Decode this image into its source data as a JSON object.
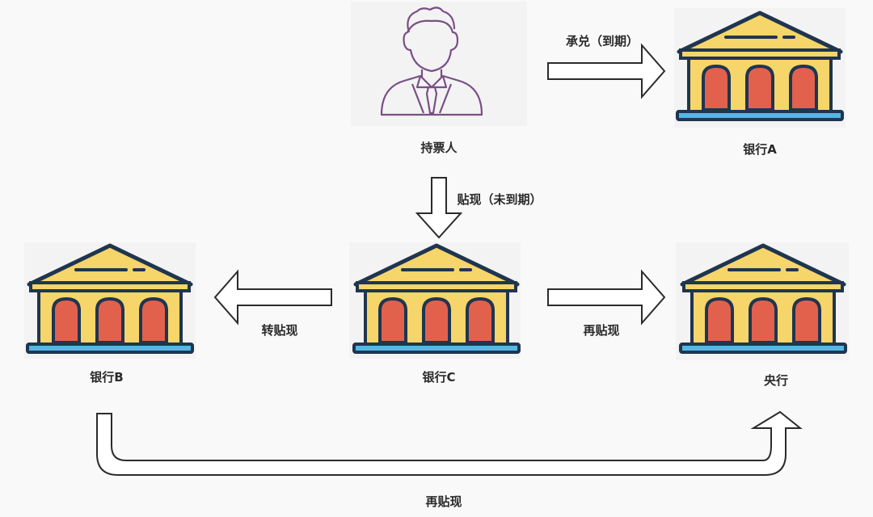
{
  "colors": {
    "outline": "#1f3550",
    "roof": "#f6d56a",
    "wall": "#f6d56a",
    "door": "#e2614d",
    "base": "#52b8e6",
    "person": "#7a4f86",
    "arrow_stroke": "#2b2b2b",
    "arrow_fill": "#ffffff"
  },
  "nodes": {
    "holder": {
      "label": "持票人",
      "icon": "person-icon"
    },
    "bank_a": {
      "label": "银行A",
      "icon": "bank-icon"
    },
    "bank_b": {
      "label": "银行B",
      "icon": "bank-icon"
    },
    "bank_c": {
      "label": "银行C",
      "icon": "bank-icon"
    },
    "central": {
      "label": "央行",
      "icon": "bank-icon"
    }
  },
  "edges": {
    "acceptance": {
      "label": "承兑（到期）"
    },
    "discount": {
      "label": "贴现（未到期）"
    },
    "transfer_discount": {
      "label": "转贴现"
    },
    "rediscount": {
      "label": "再贴现"
    },
    "rediscount_b": {
      "label": "再贴现"
    }
  }
}
